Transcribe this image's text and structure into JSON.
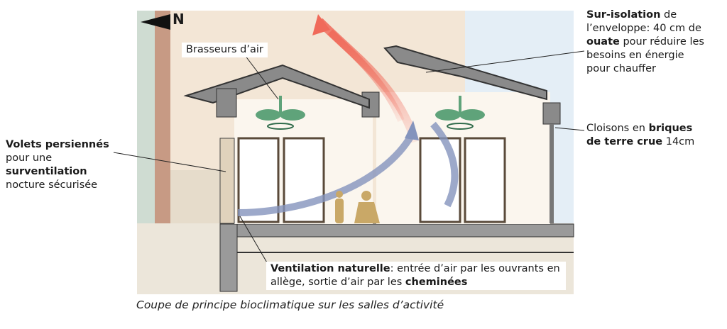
{
  "compass": {
    "label": "N"
  },
  "labels": {
    "brasseurs": "Brasseurs d’air",
    "sur_isolation": {
      "bold1": "Sur-isolation",
      "t1": " de l’enveloppe: 40 cm de ",
      "bold2": "ouate",
      "t2": " pour réduire les besoins en énergie pour chauffer"
    },
    "cloisons": {
      "t1": "Cloisons en ",
      "bold1": "briques de terre crue",
      "t2": " 14cm"
    },
    "volets": {
      "bold1": "Volets persiennés",
      "t1": " pour une ",
      "bold2": "surventilation",
      "t2": " nocture sécurisée"
    },
    "ventilation": {
      "bold1": "Ventilation naturelle",
      "t1": ": entrée d’air par les ouvrants en allège, sortie d’air par les ",
      "bold2": "cheminées"
    }
  },
  "caption": "Coupe de principe bioclimatique sur les salles d’activité",
  "colors": {
    "wall": "#f3e6d6",
    "brick": "#c79a84",
    "sky": "#e4eef6",
    "roof": "#8a8a8a",
    "warm_air": "#f06a5a",
    "cool_air": "#8494bd",
    "fan": "#5fa37a",
    "ground": "#ece6da"
  }
}
